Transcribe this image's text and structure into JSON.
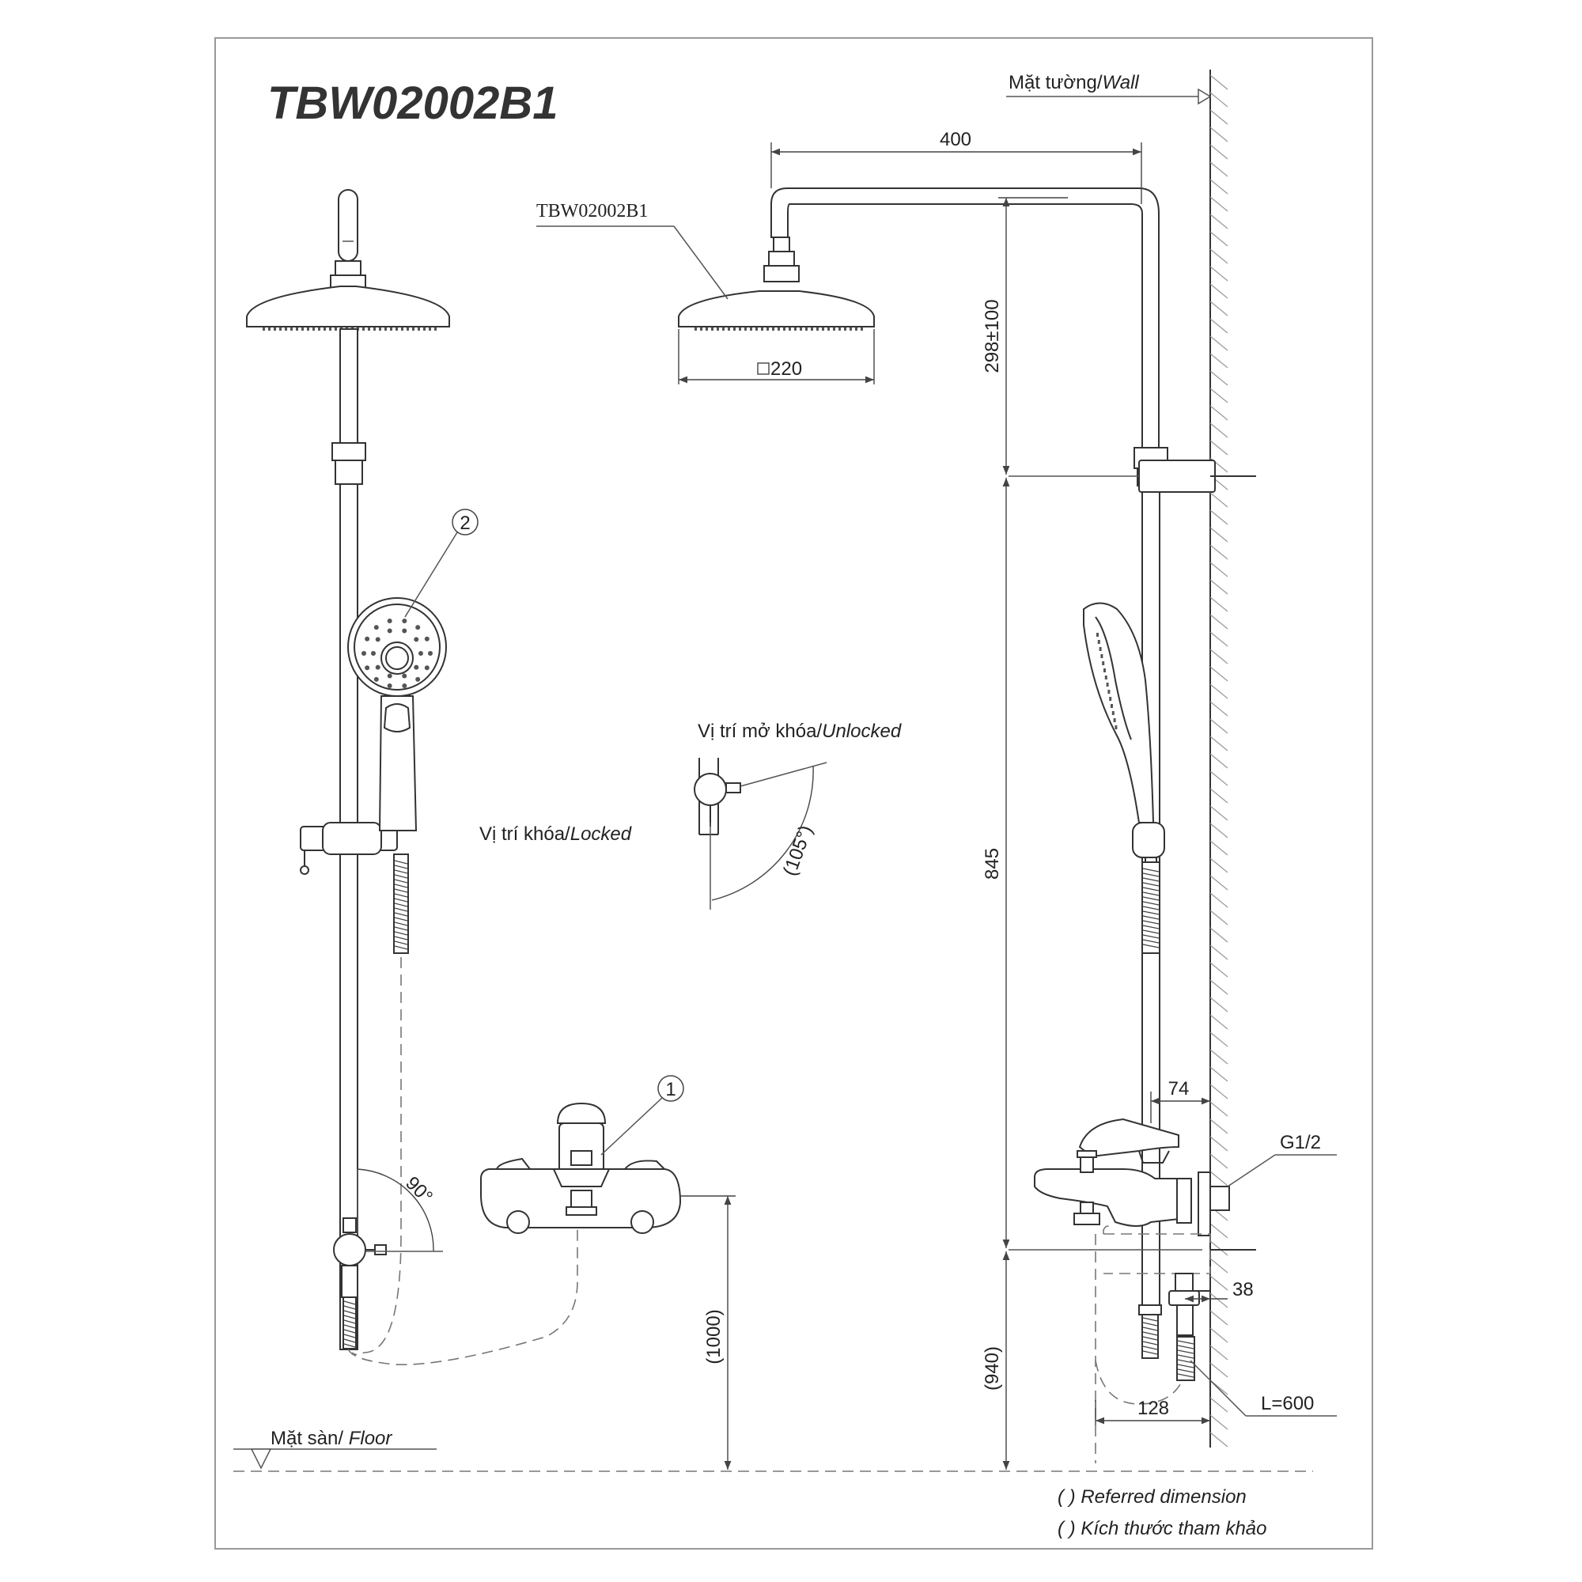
{
  "title": "TBW02002B1",
  "labels": {
    "wall": "Mặt tường/",
    "wall_en": "Wall",
    "floor": "Mặt sàn/ ",
    "floor_en": "Floor",
    "unlocked": "Vị trí mở khóa/",
    "unlocked_en": "Unlocked",
    "locked": "Vị trí khóa/",
    "locked_en": "Locked",
    "model_callout": "TBW02002B1",
    "part_1": "1",
    "part_2": "2",
    "thread": "G1/2",
    "hose": "L=600"
  },
  "dimensions": {
    "arm_length": "400",
    "head_size": "220",
    "arm_height": "298±100",
    "bar_length": "845",
    "spout_projection": "74",
    "outlet_offset": "38",
    "mixer_depth": "128",
    "floor_height_front": "(1000)",
    "floor_height_side": "(940)",
    "angle_locked": "90°",
    "angle_unlocked": "(105°)"
  },
  "notes": {
    "line1": "(  ) Referred dimension",
    "line2": "(  ) Kích thước tham khảo"
  }
}
